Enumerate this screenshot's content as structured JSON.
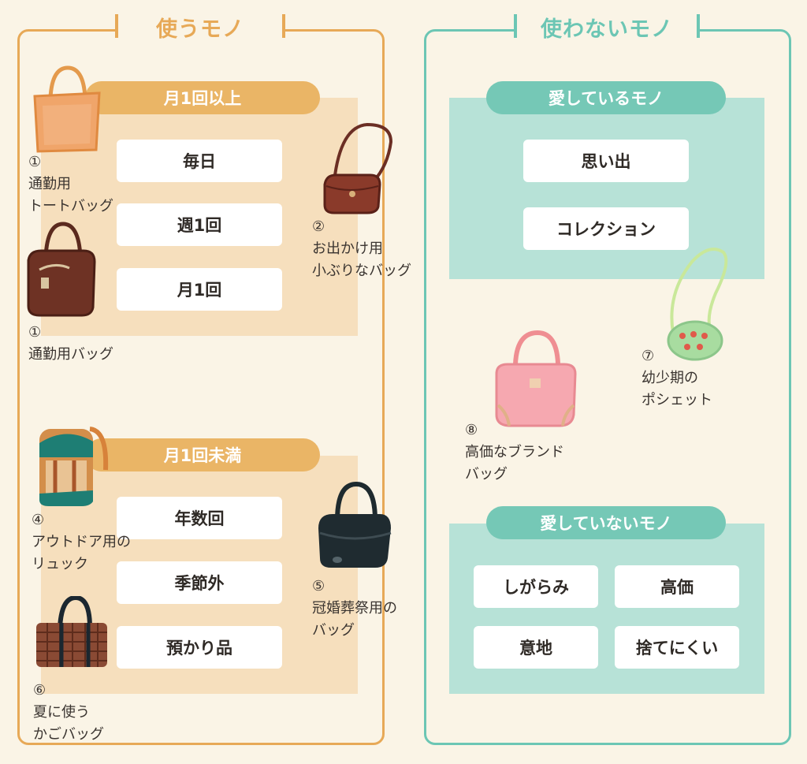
{
  "left": {
    "title": "使うモノ",
    "groups": [
      {
        "header": "月1回以上",
        "items": [
          "毎日",
          "週1回",
          "月1回"
        ]
      },
      {
        "header": "月1回未満",
        "items": [
          "年数回",
          "季節外",
          "預かり品"
        ]
      }
    ],
    "bags": [
      {
        "num": "①",
        "line1": "通勤用",
        "line2": "トートバッグ",
        "icon": "tote-bag-icon"
      },
      {
        "num": "②",
        "line1": "お出かけ用",
        "line2": "小ぶりなバッグ",
        "icon": "crossbody-bag-icon"
      },
      {
        "num": "①",
        "line1": "通勤用バッグ",
        "icon": "leather-handbag-icon"
      },
      {
        "num": "④",
        "line1": "アウトドア用の",
        "line2": "リュック",
        "icon": "backpack-icon"
      },
      {
        "num": "⑤",
        "line1": "冠婚葬祭用の",
        "line2": "バッグ",
        "icon": "black-formal-bag-icon"
      },
      {
        "num": "⑥",
        "line1": "夏に使う",
        "line2": "かごバッグ",
        "icon": "basket-bag-icon"
      }
    ]
  },
  "right": {
    "title": "使わないモノ",
    "groups": [
      {
        "header": "愛しているモノ",
        "items": [
          "思い出",
          "コレクション"
        ]
      },
      {
        "header": "愛していないモノ",
        "items": [
          "しがらみ",
          "高価",
          "意地",
          "捨てにくい"
        ]
      }
    ],
    "bags": [
      {
        "num": "⑦",
        "line1": "幼少期の",
        "line2": "ポシェット",
        "icon": "pochette-icon"
      },
      {
        "num": "⑧",
        "line1": "高価なブランド",
        "line2": "バッグ",
        "icon": "pink-brand-bag-icon"
      }
    ]
  },
  "colors": {
    "accent_orange": "#e7a957",
    "accent_teal": "#6cc6b4",
    "background": "#faf4e6"
  }
}
